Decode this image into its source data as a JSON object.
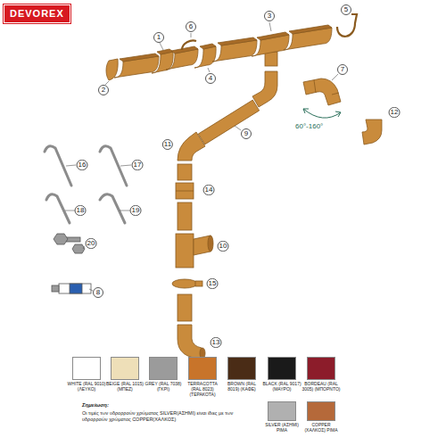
{
  "diagram": {
    "nodes": [
      {
        "text": [
          "DEVOREX"
        ]
      }
    ],
    "labels": [
      "1",
      "2",
      "3",
      "4",
      "5",
      "6",
      "7",
      "8",
      "9",
      "10",
      "11",
      "12",
      "13",
      "14",
      "15",
      "16",
      "17",
      "18",
      "19",
      "20",
      "60°-160°",
      "Σημείωση:",
      "Οι τιμές των υδρορροών χρώματος SILVER(ΑΣΗΜΙ) είναι ίδιες με των υδρορροών χρώματος COPPER(ΧΑΛΚΟΣ)"
    ],
    "legend": [
      {
        "text": "WHITE (RAL 9010) (ΛΕΥΚΟ)",
        "color": "#ffffff"
      },
      {
        "text": "BEIGE (RAL 1015) (ΜΠΕΖ)",
        "color": "#eedfb8"
      },
      {
        "text": "GREY (RAL 7038) (ΓΚΡΙ)",
        "color": "#9b9b9b"
      },
      {
        "text": "TERRACOTTA (RAL 8023) (ΤΕΡΑΚΟΤΑ)",
        "color": "#c8742a"
      },
      {
        "text": "BROWN (RAL 8019) (ΚΑΦΕ)",
        "color": "#4a2c16"
      },
      {
        "text": "BLACK (RAL 9017) (ΜΑΥΡΟ)",
        "color": "#1a1a1a"
      },
      {
        "text": "BORDEAU (RAL 3005) (ΜΠΟΡΝΤΟ)",
        "color": "#8c1c2a"
      },
      {
        "text": "SILVER (ΑΣΗΜΙ) ΡΙΜΑ",
        "color": "#b0b0b0"
      },
      {
        "text": "COPPER (ΧΑΛΚΟΣ) ΡΙΜΑ",
        "color": "#b5693a"
      }
    ]
  }
}
